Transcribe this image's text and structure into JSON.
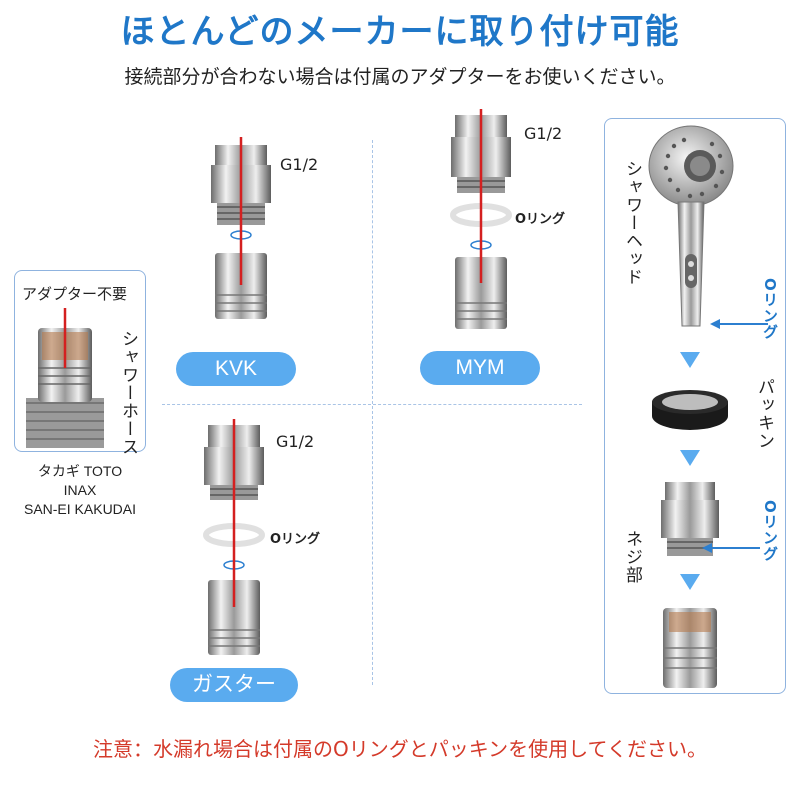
{
  "title": "ほとんどのメーカーに取り付け可能",
  "subtitle": "接続部分が合わない場合は付属のアダプターをお使いください。",
  "left_panel": {
    "top_label": "アダプター不要",
    "side_label": "シャワーホース",
    "brands": [
      "タカギ TOTO",
      "INAX",
      "SAN-EI KAKUDAI"
    ]
  },
  "kvk": {
    "thread": "G1/2",
    "name": "KVK"
  },
  "mym": {
    "thread": "G1/2",
    "oring": "Oリング",
    "name": "MYM"
  },
  "gaster": {
    "thread": "G1/2",
    "oring": "Oリング",
    "name": "ガスター"
  },
  "right_panel": {
    "shower_head": "シャワーヘッド",
    "oring_top": "Oリング",
    "packing": "パッキン",
    "oring_bottom": "Oリング",
    "screw": "ネジ部"
  },
  "footer": "注意：水漏れ場合は付属のOリングとパッキンを使用してください。",
  "colors": {
    "title": "#1f77c8",
    "pill": "#5aabef",
    "footer": "#d43a2a",
    "accent_red": "#d42020"
  }
}
